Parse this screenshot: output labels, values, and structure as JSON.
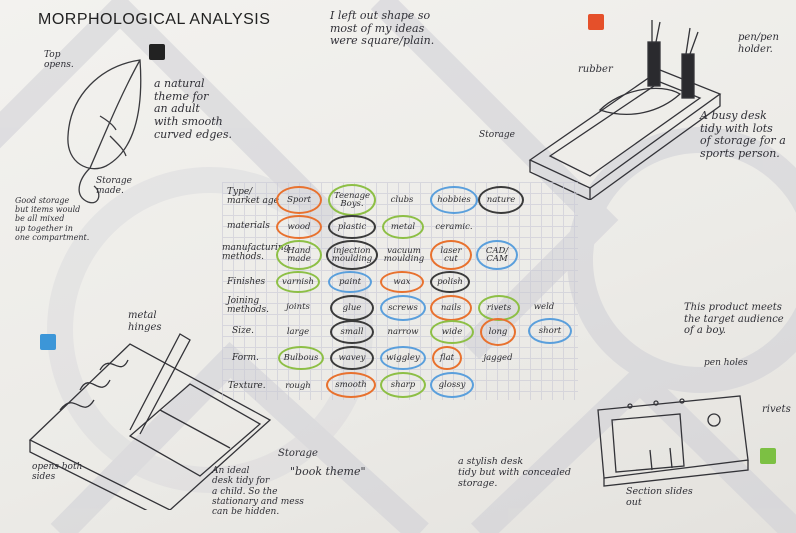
{
  "title": "MORPHOLOGICAL ANALYSIS",
  "colors": {
    "orange": "#e8712e",
    "green": "#8dbf45",
    "blue": "#5a9fdc",
    "black": "#3a3a3a",
    "swatch_red": "#e5502a",
    "swatch_black": "#222222",
    "swatch_blue": "#3c96d8",
    "swatch_green": "#7cc043"
  },
  "notes": {
    "shape_note": "I left out shape so\nmost of my ideas\nwere square/plain.",
    "leaf_top": "Top\nopens.",
    "leaf_theme": "a natural\ntheme for\nan adult\nwith smooth\ncurved edges.",
    "leaf_storage": "Storage\nmade.",
    "leaf_storage_note": "Good storage\nbut items would\nbe all mixed\nup together in\none compartment.",
    "desk_pen": "pen/pen\nholder.",
    "desk_rubber": "rubber",
    "desk_storage": "Storage",
    "desk_busy": "A busy desk\ntidy with lots\nof storage for a\nsports person.",
    "book_hinges": "metal\nhinges",
    "book_opens": "opens both\nsides",
    "book_storage": "Storage",
    "book_theme": "\"book theme\"",
    "book_ideal": "An ideal\ndesk tidy for\na child. So the\nstationary and mess\ncan be hidden.",
    "stylish": "a stylish desk\ntidy but with concealed\nstorage.",
    "target": "This product meets\nthe target audience\nof a boy.",
    "pen_holes": "pen holes",
    "rivets": "rivets",
    "sections": "Section slides\nout"
  },
  "table": {
    "rows": [
      {
        "label": "Type/\nmarket age",
        "cells": [
          {
            "text": "Sport",
            "ring": "orange"
          },
          {
            "text": "Teenage\nBoys.",
            "ring": "green"
          },
          {
            "text": "clubs",
            "ring": "none"
          },
          {
            "text": "hobbies",
            "ring": "blue"
          },
          {
            "text": "nature",
            "ring": "black"
          }
        ]
      },
      {
        "label": "materials",
        "cells": [
          {
            "text": "wood",
            "ring": "orange"
          },
          {
            "text": "plastic",
            "ring": "black"
          },
          {
            "text": "metal",
            "ring": "green"
          },
          {
            "text": "ceramic.",
            "ring": "none"
          },
          {
            "text": "",
            "ring": "none"
          }
        ]
      },
      {
        "label": "manufacturing\nmethods.",
        "cells": [
          {
            "text": "Hand\nmade",
            "ring": "green"
          },
          {
            "text": "injection\nmoulding",
            "ring": "black"
          },
          {
            "text": "vacuum\nmoulding",
            "ring": "none"
          },
          {
            "text": "laser\ncut",
            "ring": "orange"
          },
          {
            "text": "CAD/\nCAM",
            "ring": "blue"
          }
        ]
      },
      {
        "label": "Finishes",
        "cells": [
          {
            "text": "varnish",
            "ring": "green"
          },
          {
            "text": "paint",
            "ring": "blue"
          },
          {
            "text": "wax",
            "ring": "orange"
          },
          {
            "text": "polish",
            "ring": "black"
          },
          {
            "text": "",
            "ring": "none"
          }
        ]
      },
      {
        "label": "Joining\nmethods.",
        "cells": [
          {
            "text": "joints",
            "ring": "none"
          },
          {
            "text": "glue",
            "ring": "black"
          },
          {
            "text": "screws",
            "ring": "blue"
          },
          {
            "text": "nails",
            "ring": "orange"
          },
          {
            "text": "rivets",
            "ring": "green"
          },
          {
            "text": "weld",
            "ring": "none"
          }
        ]
      },
      {
        "label": "Size.",
        "cells": [
          {
            "text": "large",
            "ring": "none"
          },
          {
            "text": "small",
            "ring": "black"
          },
          {
            "text": "narrow",
            "ring": "none"
          },
          {
            "text": "wide",
            "ring": "green"
          },
          {
            "text": "long",
            "ring": "orange"
          },
          {
            "text": "short",
            "ring": "blue"
          }
        ]
      },
      {
        "label": "Form.",
        "cells": [
          {
            "text": "Bulbous",
            "ring": "green"
          },
          {
            "text": "wavey",
            "ring": "black"
          },
          {
            "text": "wiggley",
            "ring": "blue"
          },
          {
            "text": "flat",
            "ring": "orange"
          },
          {
            "text": "jagged",
            "ring": "none"
          }
        ]
      },
      {
        "label": "Texture.",
        "cells": [
          {
            "text": "rough",
            "ring": "none"
          },
          {
            "text": "smooth",
            "ring": "orange"
          },
          {
            "text": "sharp",
            "ring": "green"
          },
          {
            "text": "glossy",
            "ring": "blue"
          },
          {
            "text": "",
            "ring": "none"
          }
        ]
      }
    ]
  }
}
